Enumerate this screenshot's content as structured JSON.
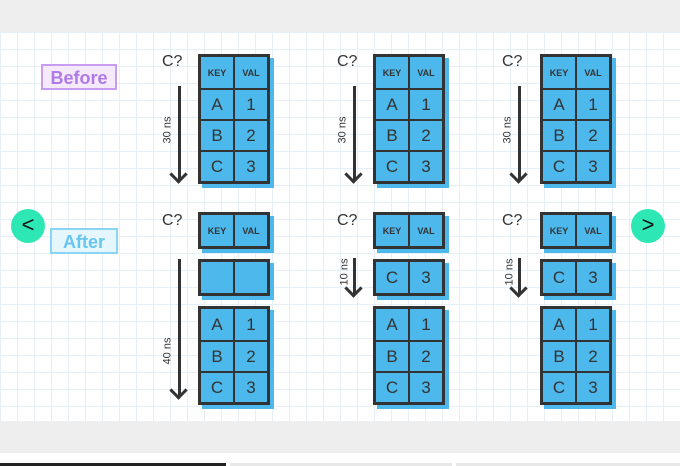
{
  "labels": {
    "before": "Before",
    "after": "After"
  },
  "nav": {
    "prev": "<",
    "next": ">"
  },
  "query": "C?",
  "header": {
    "key": "KEY",
    "val": "VAL"
  },
  "rows": [
    {
      "key": "A",
      "val": "1"
    },
    {
      "key": "B",
      "val": "2"
    },
    {
      "key": "C",
      "val": "3"
    }
  ],
  "cached_row": {
    "key": "C",
    "val": "3"
  },
  "times": {
    "before": "30 ns",
    "after_miss": "40 ns",
    "after_hit": "10 ns"
  },
  "colors": {
    "table": "#4cb8ec",
    "before": "#b07ae6",
    "after": "#66c6f0",
    "nav": "#2de8b5"
  },
  "progress": {
    "active_segment": 1,
    "segments": 3
  }
}
